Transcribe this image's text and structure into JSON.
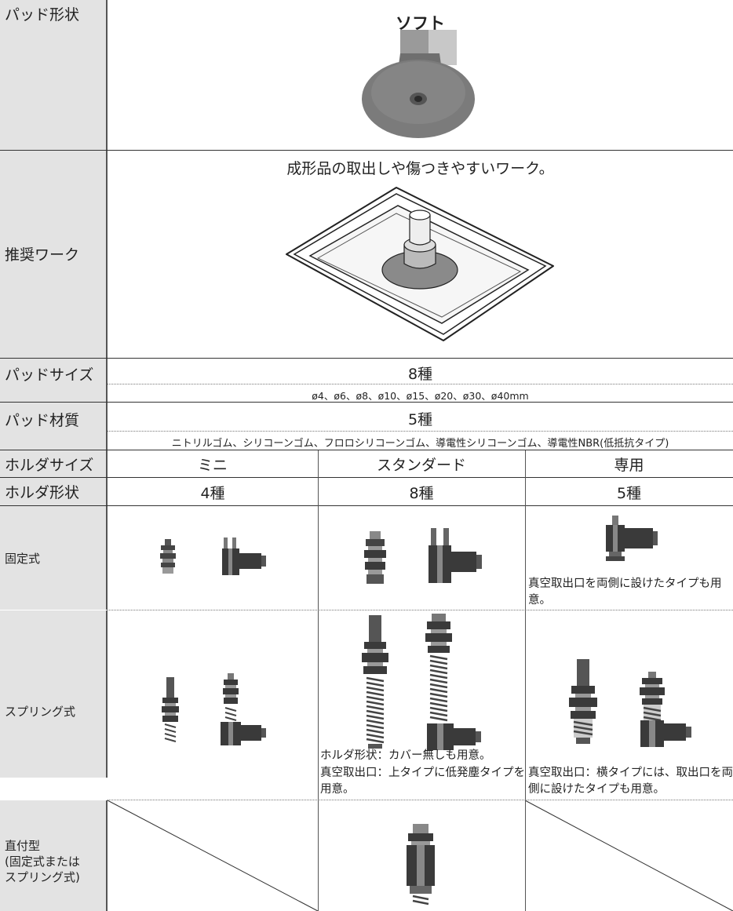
{
  "rows": {
    "pad_shape": {
      "label": "パッド形状",
      "value": "ソフト"
    },
    "recommended_work": {
      "label": "推奨ワーク",
      "description": "成形品の取出しや傷つきやすいワーク。"
    },
    "pad_size": {
      "label": "パッドサイズ",
      "count": "8種",
      "list": "ø4、ø6、ø8、ø10、ø15、ø20、ø30、ø40mm"
    },
    "pad_material": {
      "label": "パッド材質",
      "count": "5種",
      "list": "ニトリルゴム、シリコーンゴム、フロロシリコーンゴム、導電性シリコーンゴム、導電性NBR(低抵抗タイプ)"
    },
    "holder_size": {
      "label": "ホルダサイズ",
      "columns": [
        "ミニ",
        "スタンダード",
        "専用"
      ]
    },
    "holder_shape": {
      "label": "ホルダ形状",
      "counts": [
        "4種",
        "8種",
        "5種"
      ]
    },
    "fixed": {
      "label": "固定式",
      "dedicated_note": "真空取出口を両側に設けたタイプも用意。"
    },
    "spring": {
      "label": "スプリング式",
      "standard_notes": [
        "ホルダ形状：カバー無しも用意。",
        "真空取出口：上タイプに低発塵タイプを用意。"
      ],
      "dedicated_note": "真空取出口：横タイプには、取出口を両側に設けたタイプも用意。"
    },
    "direct": {
      "label_lines": [
        "直付型",
        "(固定式または",
        "スプリング式)"
      ]
    }
  },
  "colors": {
    "header_bg": "#e3e3e3",
    "pad_gray": "#7b7b7b",
    "part_dark": "#444444"
  }
}
